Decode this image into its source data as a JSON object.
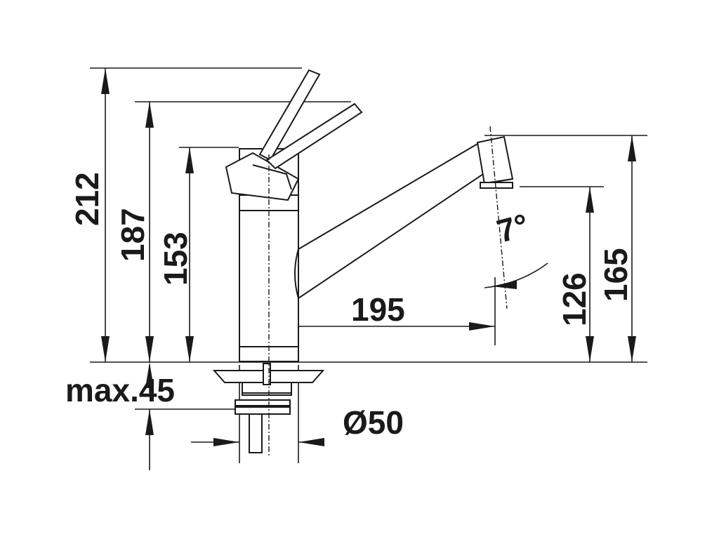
{
  "diagram": {
    "dimensions": {
      "overall_height": "212",
      "lever_height": "187",
      "body_height": "153",
      "spout_reach": "195",
      "spout_outlet_height": "126",
      "spout_top_height": "165",
      "max_thickness": "max.45",
      "diameter": "Ø50",
      "spout_angle": "7°"
    }
  }
}
